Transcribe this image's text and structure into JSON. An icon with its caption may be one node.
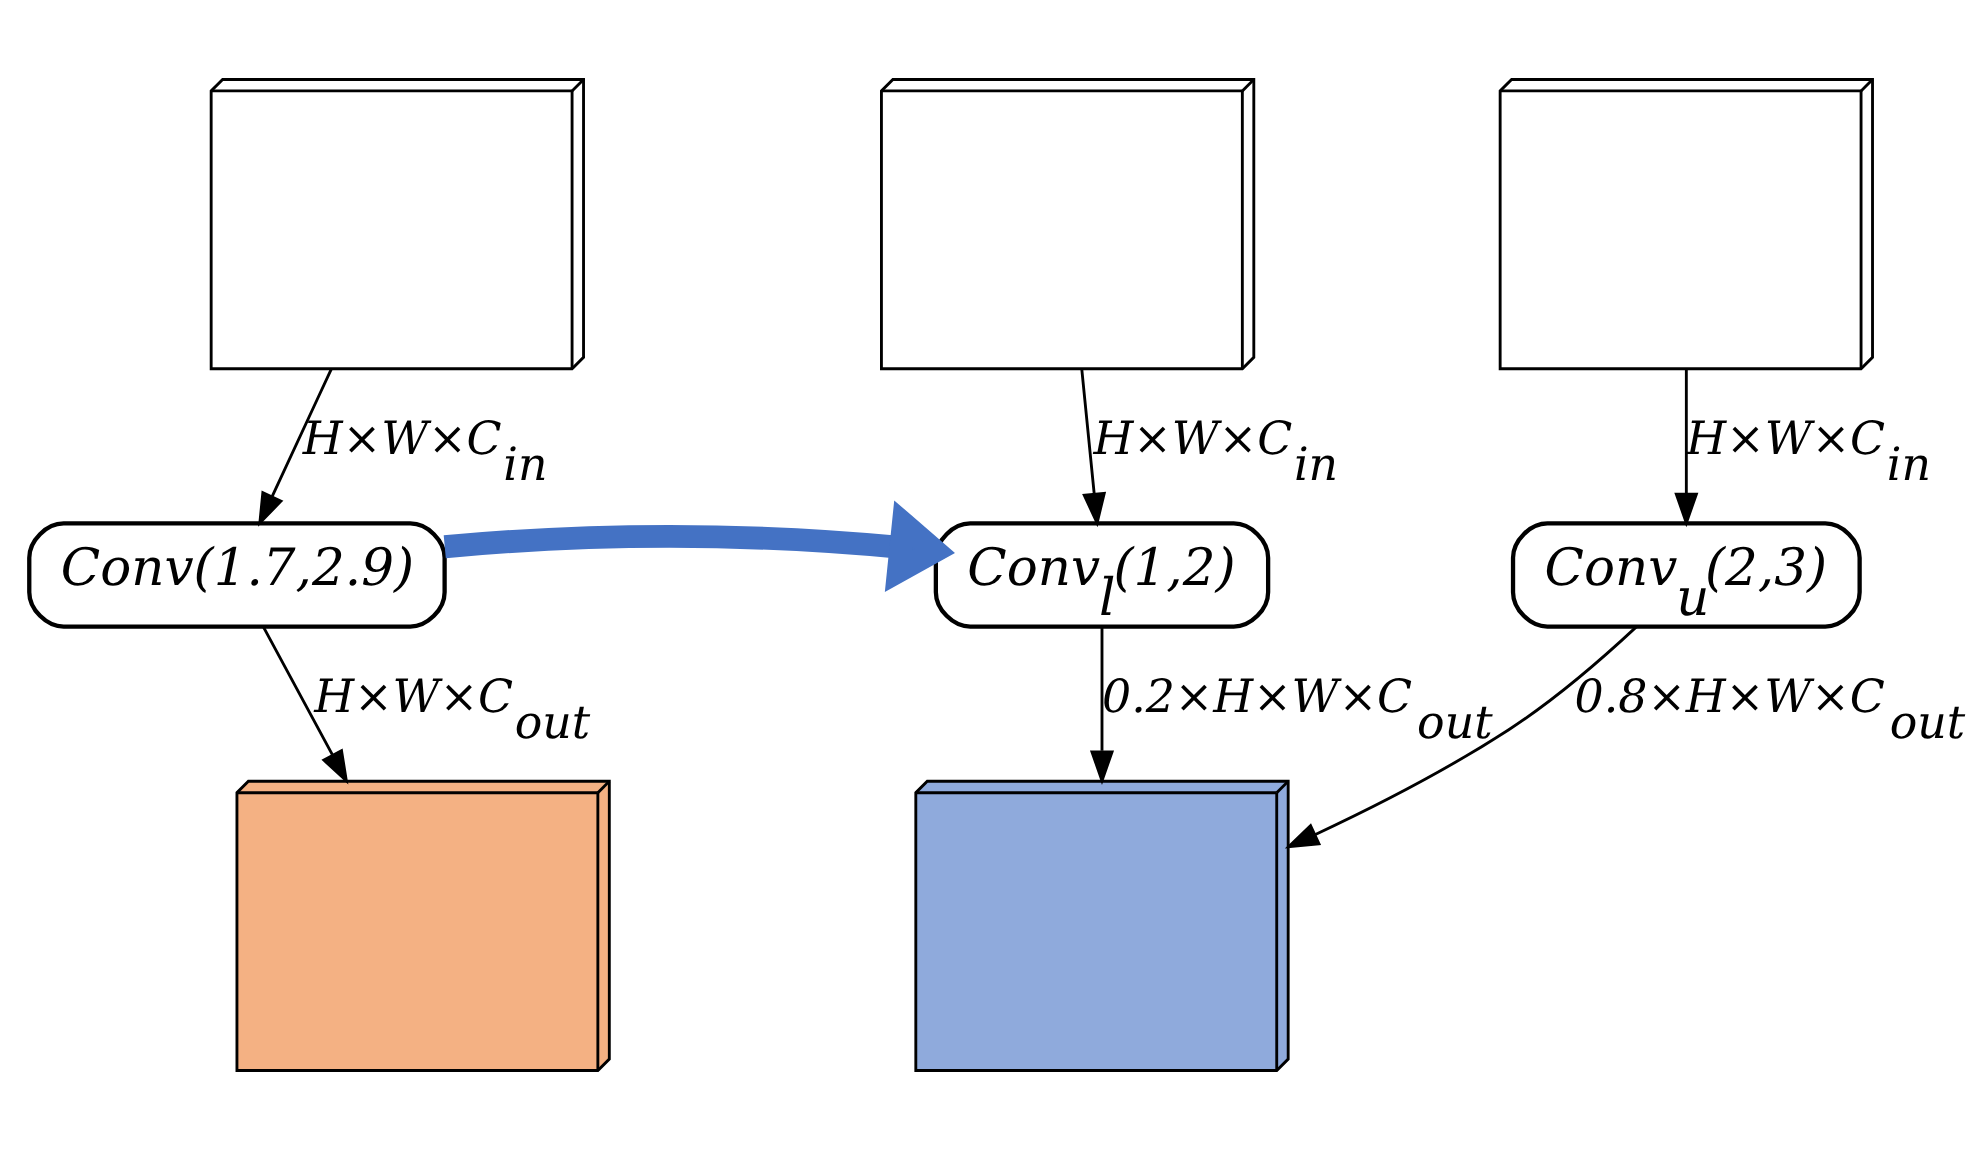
{
  "diagram": {
    "nodes": [
      {
        "text": [],
        "shape": "cube"
      },
      {
        "text": [
          "Conv(1.7,2.9)"
        ]
      },
      {
        "text": [],
        "shape": "cube"
      },
      {
        "text": [],
        "shape": "cube"
      },
      {
        "text": [],
        "shape": "cube"
      },
      {
        "text": [
          "Conv$_{l}$(1,2)"
        ]
      },
      {
        "text": [
          "Conv$_{u}$(2,3)"
        ]
      },
      {
        "text": [],
        "shape": "cube"
      }
    ],
    "edges": [
      {
        "from": 0,
        "to": 1,
        "arrow": "to",
        "label": "H×W×C$_{in}$"
      },
      {
        "from": 1,
        "to": 2,
        "arrow": "to",
        "label": "H×W×C$_{out}$"
      },
      {
        "from": 1,
        "to": 5,
        "arrow": "to",
        "style": "thick",
        "color": "#4472c4"
      },
      {
        "from": 3,
        "to": 5,
        "arrow": "to",
        "label": "H×W×C$_{in}$"
      },
      {
        "from": 4,
        "to": 6,
        "arrow": "to",
        "label": "H×W×C$_{in}$"
      },
      {
        "from": 5,
        "to": 7,
        "arrow": "to",
        "label": "0.2×H×W×C$_{out}$"
      },
      {
        "from": 6,
        "to": 7,
        "arrow": "to",
        "label": "0.8×H×W×C$_{out}$"
      }
    ]
  }
}
